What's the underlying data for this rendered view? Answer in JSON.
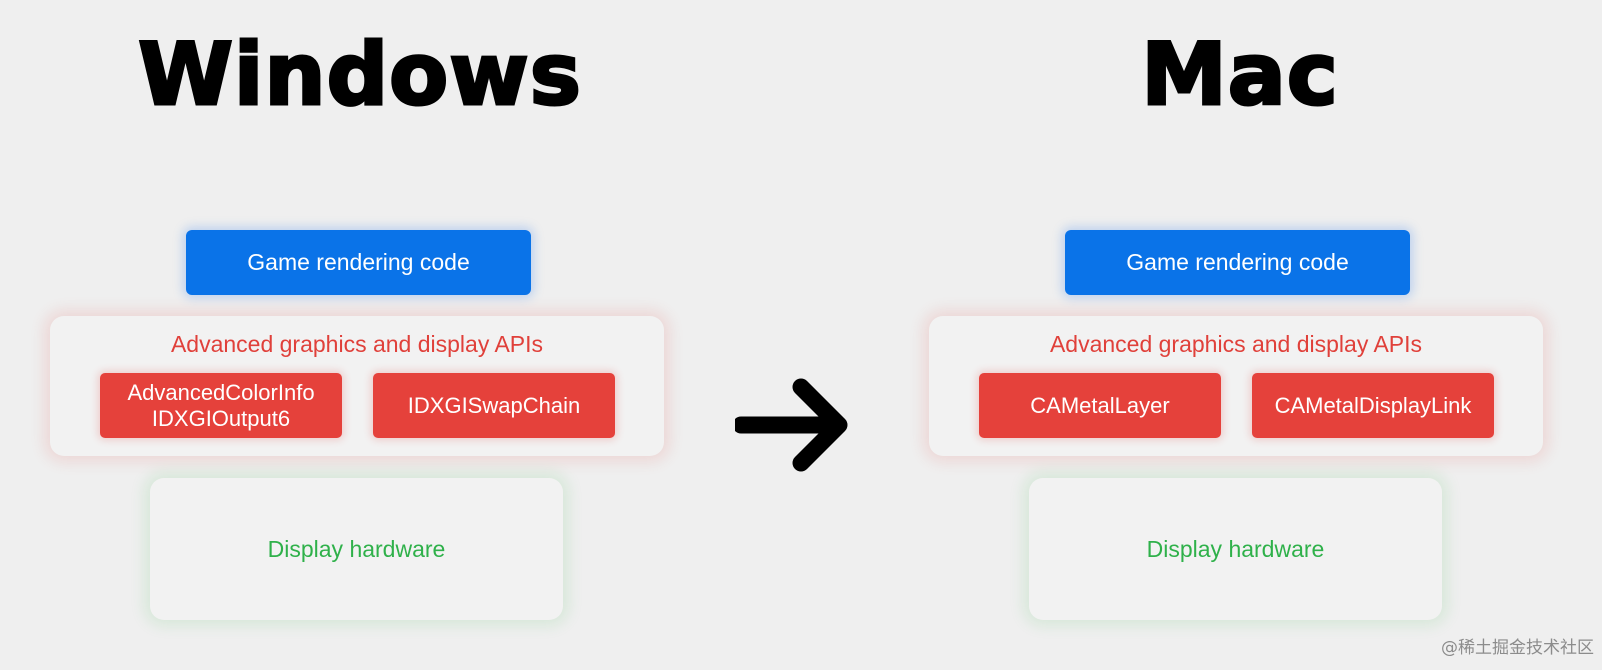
{
  "left": {
    "heading": "Windows",
    "game_box": "Game rendering code",
    "api_box": {
      "title": "Advanced graphics and display APIs",
      "items": [
        {
          "lines": [
            "AdvancedColorInfo",
            "IDXGIOutput6"
          ]
        },
        {
          "lines": [
            "IDXGISwapChain"
          ]
        }
      ]
    },
    "hardware_box": "Display hardware"
  },
  "right": {
    "heading": "Mac",
    "game_box": "Game rendering code",
    "api_box": {
      "title": "Advanced graphics and display APIs",
      "items": [
        {
          "lines": [
            "CAMetalLayer"
          ]
        },
        {
          "lines": [
            "CAMetalDisplayLink"
          ]
        }
      ]
    },
    "hardware_box": "Display hardware"
  },
  "watermark": "@稀土掘金技术社区",
  "colors": {
    "background": "#efefef",
    "game_box": "#0a73e8",
    "api_title": "#e0403a",
    "api_item": "#e5413b",
    "hardware_text": "#2fb14a",
    "arrow": "#000000"
  },
  "icons": {
    "arrow": "right-arrow-icon"
  }
}
